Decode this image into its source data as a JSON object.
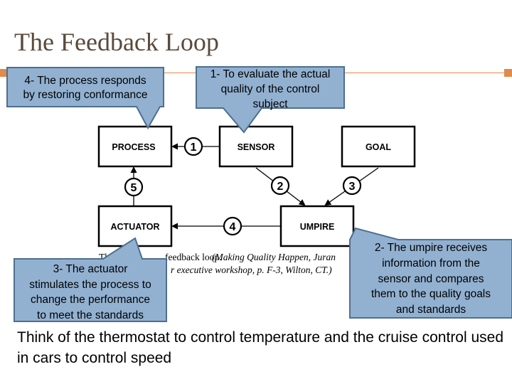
{
  "title": "The Feedback Loop",
  "nodes": {
    "process": "PROCESS",
    "sensor": "SENSOR",
    "goal": "GOAL",
    "actuator": "ACTUATOR",
    "umpire": "UMPIRE"
  },
  "steps": [
    "1",
    "2",
    "3",
    "4",
    "5"
  ],
  "caption": {
    "line1_start": "The",
    "line1_end": "feedback loop.",
    "line1_citation": "(Making Quality Happen, Juran",
    "line2": "r executive workshop, p. F-3, Wilton, CT.)"
  },
  "callouts": {
    "c4": [
      "4- The process responds",
      "by restoring conformance"
    ],
    "c1": [
      "1- To evaluate the actual",
      "quality of the control",
      "subject"
    ],
    "c3": [
      "3- The actuator",
      "stimulates the process to",
      "change the performance",
      "to meet the standards"
    ],
    "c2": [
      "2- The umpire receives",
      "information from the",
      "sensor and compares",
      "them to the quality goals",
      "and standards"
    ]
  },
  "footer": "Think of the thermostat to control temperature and the cruise control used in cars to control speed",
  "colors": {
    "accent": "#e08a4c",
    "callout_fill": "#92b1d1",
    "callout_stroke": "#4e6f8e",
    "title": "#5a4a3c"
  }
}
